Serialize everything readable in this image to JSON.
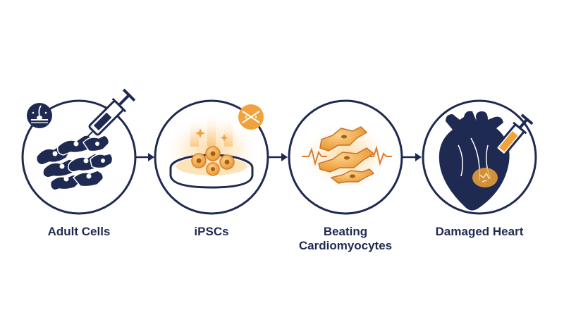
{
  "colors": {
    "navy": "#1f2a52",
    "orange": "#f0a33a",
    "orange_dark": "#d9822b",
    "orange_light": "#fbd28a",
    "glow": "#fde3b8"
  },
  "stages": [
    {
      "label_lines": [
        "Adult Cells"
      ],
      "icons": [
        "hair-follicle-skin-icon",
        "syringe-icon",
        "cell-network-icon"
      ]
    },
    {
      "label_lines": [
        "iPSCs"
      ],
      "icons": [
        "dna-icon",
        "petri-dish-icon"
      ]
    },
    {
      "label_lines": [
        "Beating",
        "Cardiomyocytes"
      ],
      "icons": [
        "heartbeat-wave-icon",
        "cardiomyocyte-cell-icon"
      ]
    },
    {
      "label_lines": [
        "Damaged Heart"
      ],
      "icons": [
        "heart-icon",
        "syringe-icon"
      ]
    }
  ],
  "connectors": [
    "arrow-right-icon",
    "arrow-right-icon",
    "arrow-right-icon"
  ]
}
